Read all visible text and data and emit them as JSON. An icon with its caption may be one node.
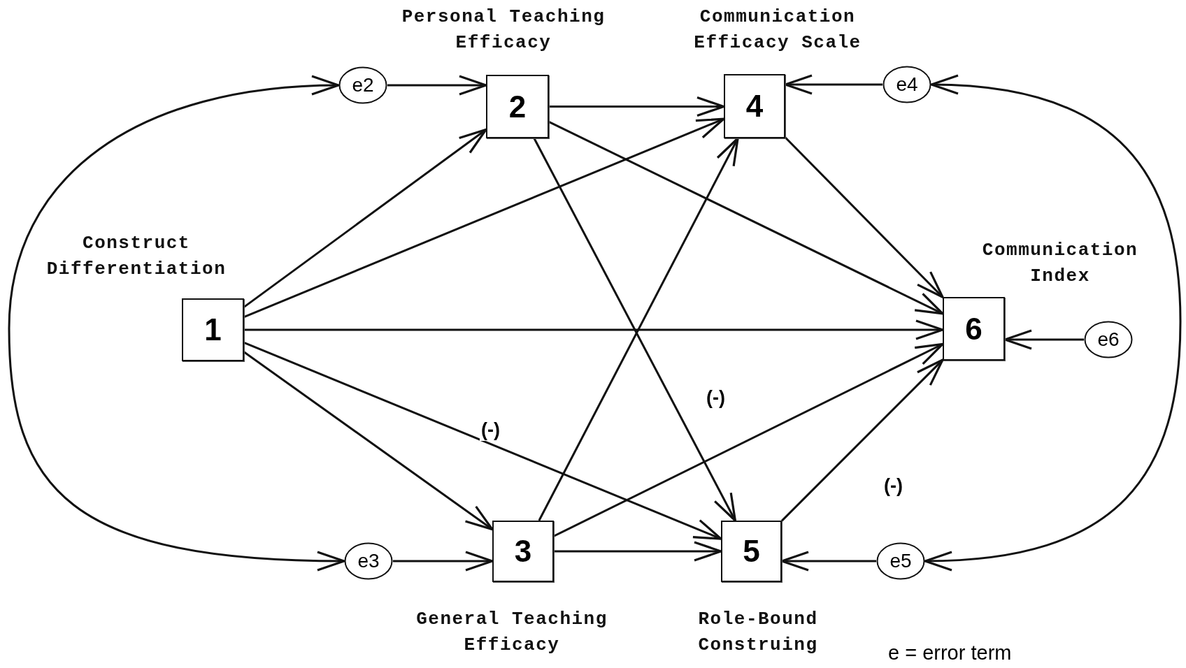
{
  "diagram": {
    "nodes": [
      {
        "text": [
          "Construct Differentiation",
          "1"
        ]
      },
      {
        "text": [
          "Personal Teaching Efficacy",
          "2"
        ]
      },
      {
        "text": [
          "3",
          "General Teaching Efficacy"
        ]
      },
      {
        "text": [
          "Communication Efficacy Scale",
          "4"
        ]
      },
      {
        "text": [
          "5",
          "Role-Bound Construing"
        ]
      },
      {
        "text": [
          "Communication Index",
          "6"
        ]
      },
      {
        "text": [
          "e2"
        ]
      },
      {
        "text": [
          "e3"
        ]
      },
      {
        "text": [
          "e4"
        ]
      },
      {
        "text": [
          "e5"
        ]
      },
      {
        "text": [
          "e6"
        ]
      }
    ],
    "edges": [
      {
        "from": 6,
        "to": 1,
        "arrow": "to"
      },
      {
        "from": 0,
        "to": 1,
        "arrow": "to"
      },
      {
        "from": 0,
        "to": 3,
        "arrow": "to"
      },
      {
        "from": 0,
        "to": 5,
        "arrow": "to"
      },
      {
        "from": 0,
        "to": 2,
        "arrow": "to"
      },
      {
        "from": 0,
        "to": 4,
        "arrow": "to",
        "label": "(-)"
      },
      {
        "from": 1,
        "to": 3,
        "arrow": "to"
      },
      {
        "from": 1,
        "to": 5,
        "arrow": "to"
      },
      {
        "from": 1,
        "to": 4,
        "arrow": "to",
        "label": "(-)"
      },
      {
        "from": 8,
        "to": 3,
        "arrow": "to"
      },
      {
        "from": 3,
        "to": 5,
        "arrow": "to"
      },
      {
        "from": 10,
        "to": 5,
        "arrow": "to"
      },
      {
        "from": 2,
        "to": 3,
        "arrow": "to"
      },
      {
        "from": 2,
        "to": 5,
        "arrow": "to"
      },
      {
        "from": 2,
        "to": 4,
        "arrow": "to"
      },
      {
        "from": 4,
        "to": 5,
        "arrow": "to",
        "label": "(-)"
      },
      {
        "from": 7,
        "to": 2,
        "arrow": "to"
      },
      {
        "from": 9,
        "to": 4,
        "arrow": "to"
      },
      {
        "from": 6,
        "to": 7,
        "arrow": "both"
      },
      {
        "from": 8,
        "to": 9,
        "arrow": "both"
      }
    ],
    "labels": [
      "e = error term"
    ]
  }
}
